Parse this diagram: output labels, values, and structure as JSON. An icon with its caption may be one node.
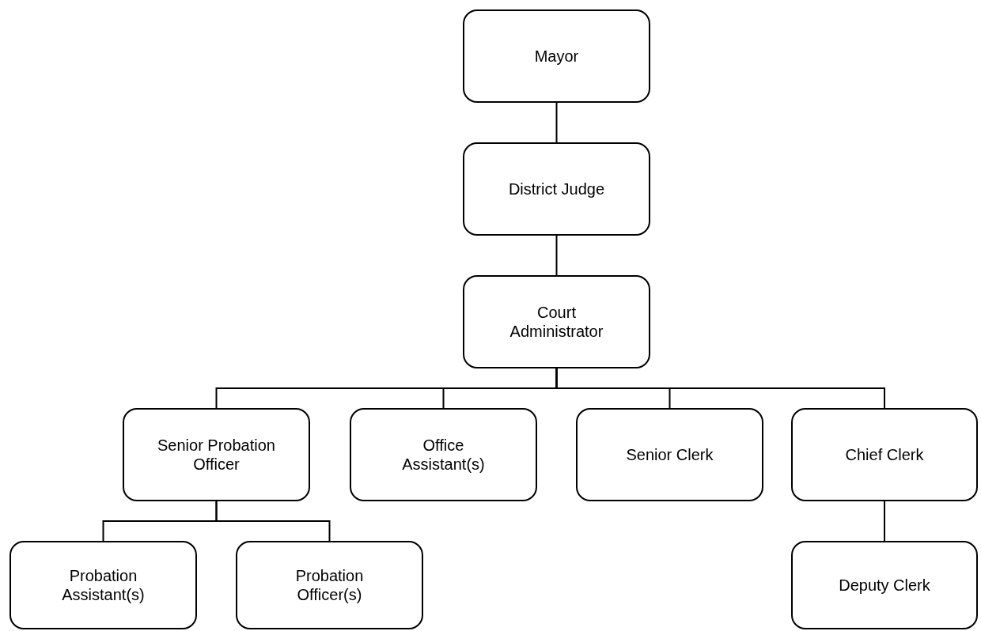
{
  "diagram": {
    "nodes": [
      {
        "text": [
          "Mayor"
        ]
      },
      {
        "text": [
          "District Judge"
        ]
      },
      {
        "text": [
          "Court Administrator"
        ]
      },
      {
        "text": [
          "Senior Probation Officer"
        ]
      },
      {
        "text": [
          "Office Assistant(s)"
        ]
      },
      {
        "text": [
          "Senior Clerk"
        ]
      },
      {
        "text": [
          "Chief Clerk"
        ]
      },
      {
        "text": [
          "Probation Assistant(s)"
        ]
      },
      {
        "text": [
          "Probation Officer(s)"
        ]
      },
      {
        "text": [
          "Deputy Clerk"
        ]
      }
    ],
    "edges": [
      {
        "from": 0,
        "to": 1,
        "arrow": "none"
      },
      {
        "from": 1,
        "to": 2,
        "arrow": "none"
      },
      {
        "from": 2,
        "to": 3,
        "arrow": "none"
      },
      {
        "from": 2,
        "to": 4,
        "arrow": "none"
      },
      {
        "from": 2,
        "to": 5,
        "arrow": "none"
      },
      {
        "from": 2,
        "to": 6,
        "arrow": "none"
      },
      {
        "from": 3,
        "to": 7,
        "arrow": "none"
      },
      {
        "from": 3,
        "to": 8,
        "arrow": "none"
      },
      {
        "from": 6,
        "to": 9,
        "arrow": "none"
      }
    ]
  }
}
